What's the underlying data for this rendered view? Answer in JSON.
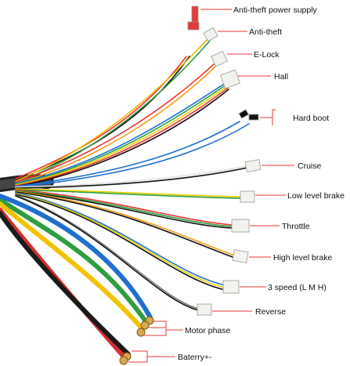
{
  "labels": {
    "anti_theft_power_supply": "Anti-theft power  supply",
    "anti_theft": "Anti-theft",
    "e_lock": "E-Lock",
    "hall": "Hall",
    "hard_boot": "Hard boot",
    "cruise": "Cruise",
    "low_level_brake": "Low level brake",
    "throttle": "Throttle",
    "high_level_brake": "High level brake",
    "three_speed": "3 speed (L M H)",
    "reverse": "Reverse",
    "motor_phase": "Motor phase",
    "battery": "Baterry+-"
  },
  "colors": {
    "callout_line": "#e53935",
    "wire_red": "#d32f2f",
    "wire_black": "#1a1a1a",
    "wire_yellow": "#f2c200",
    "wire_green": "#2e9e3e",
    "wire_blue": "#1f6fd1",
    "connector": "#f2f2ee"
  },
  "icons": [
    "connector-icon",
    "ring-terminal-icon",
    "bullet-connector-icon"
  ]
}
